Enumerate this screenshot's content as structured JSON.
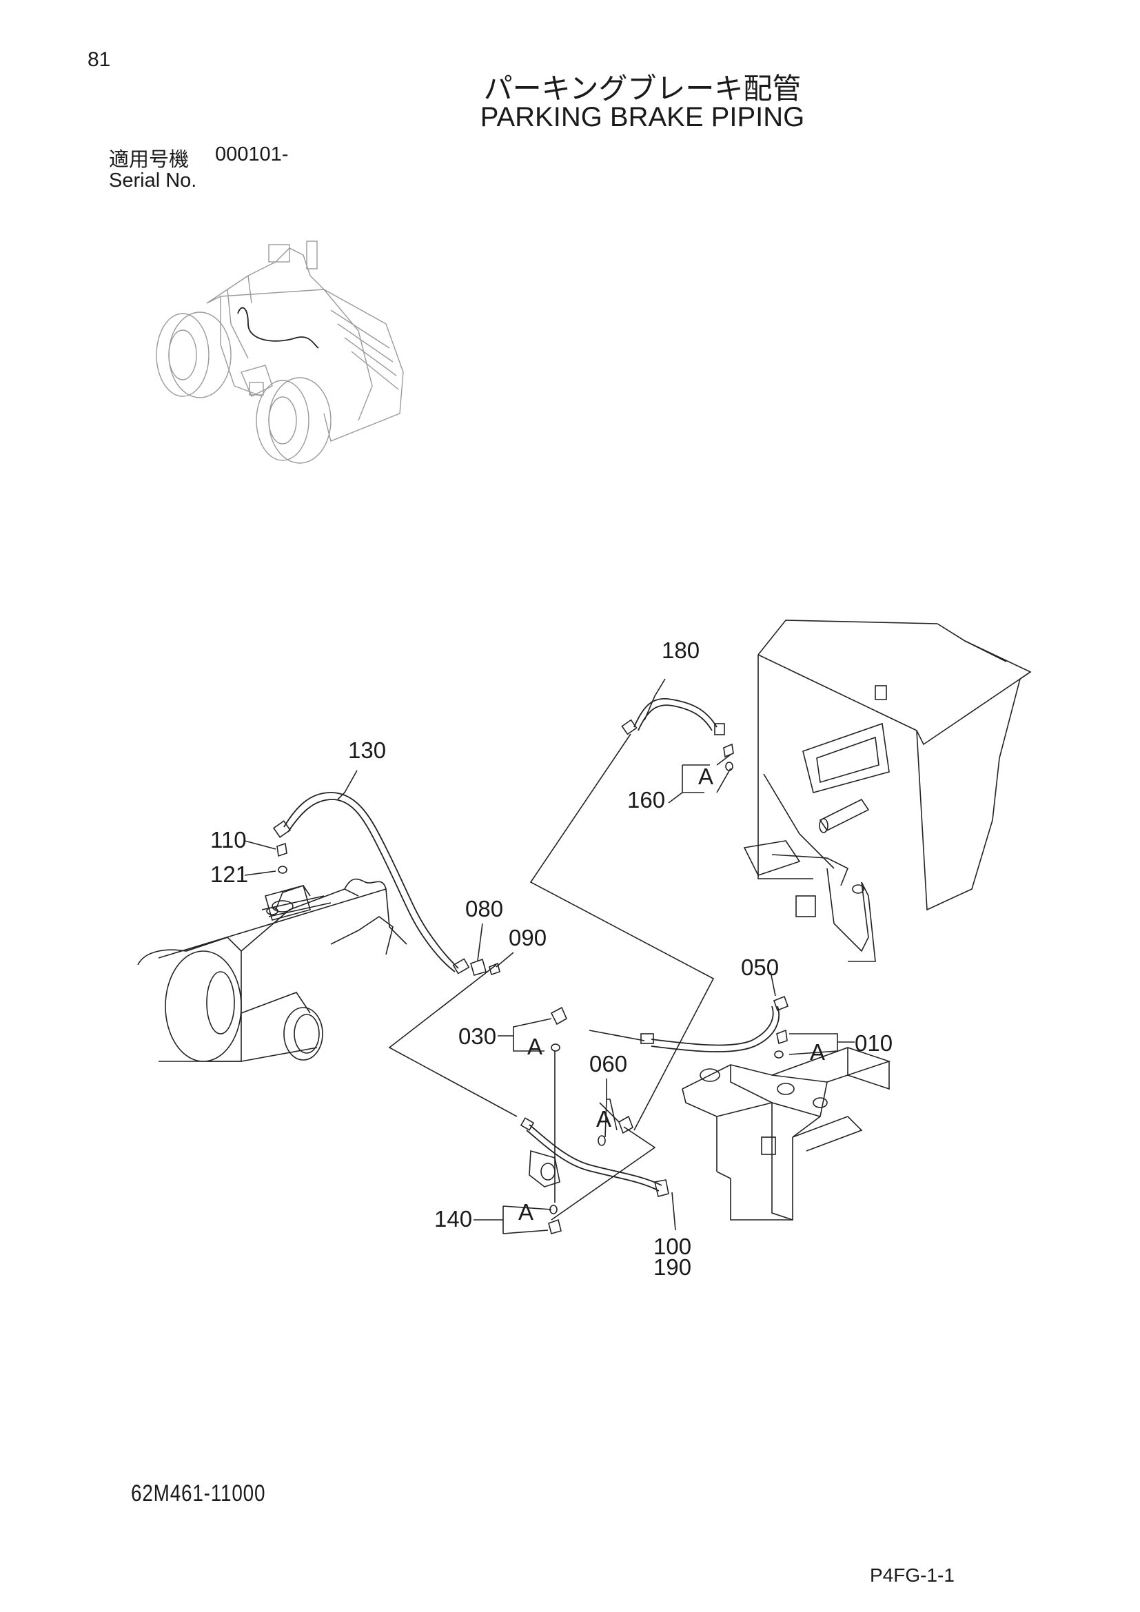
{
  "header": {
    "page_number": "81",
    "title_jp": "パーキングブレーキ配管",
    "title_en": "PARKING BRAKE PIPING",
    "serial_label_jp": "適用号機",
    "serial_value": "000101-",
    "serial_label_en": "Serial No."
  },
  "callouts": {
    "c180": "180",
    "c130": "130",
    "c160": "160",
    "c110": "110",
    "c121": "121",
    "c080": "080",
    "c090": "090",
    "c050": "050",
    "c030": "030",
    "c010": "010",
    "c060": "060",
    "c140": "140",
    "c100": "100",
    "c190": "190",
    "a": "A"
  },
  "footer": {
    "drawing_number": "62M461-11000",
    "page_code": "P4FG-1-1"
  }
}
